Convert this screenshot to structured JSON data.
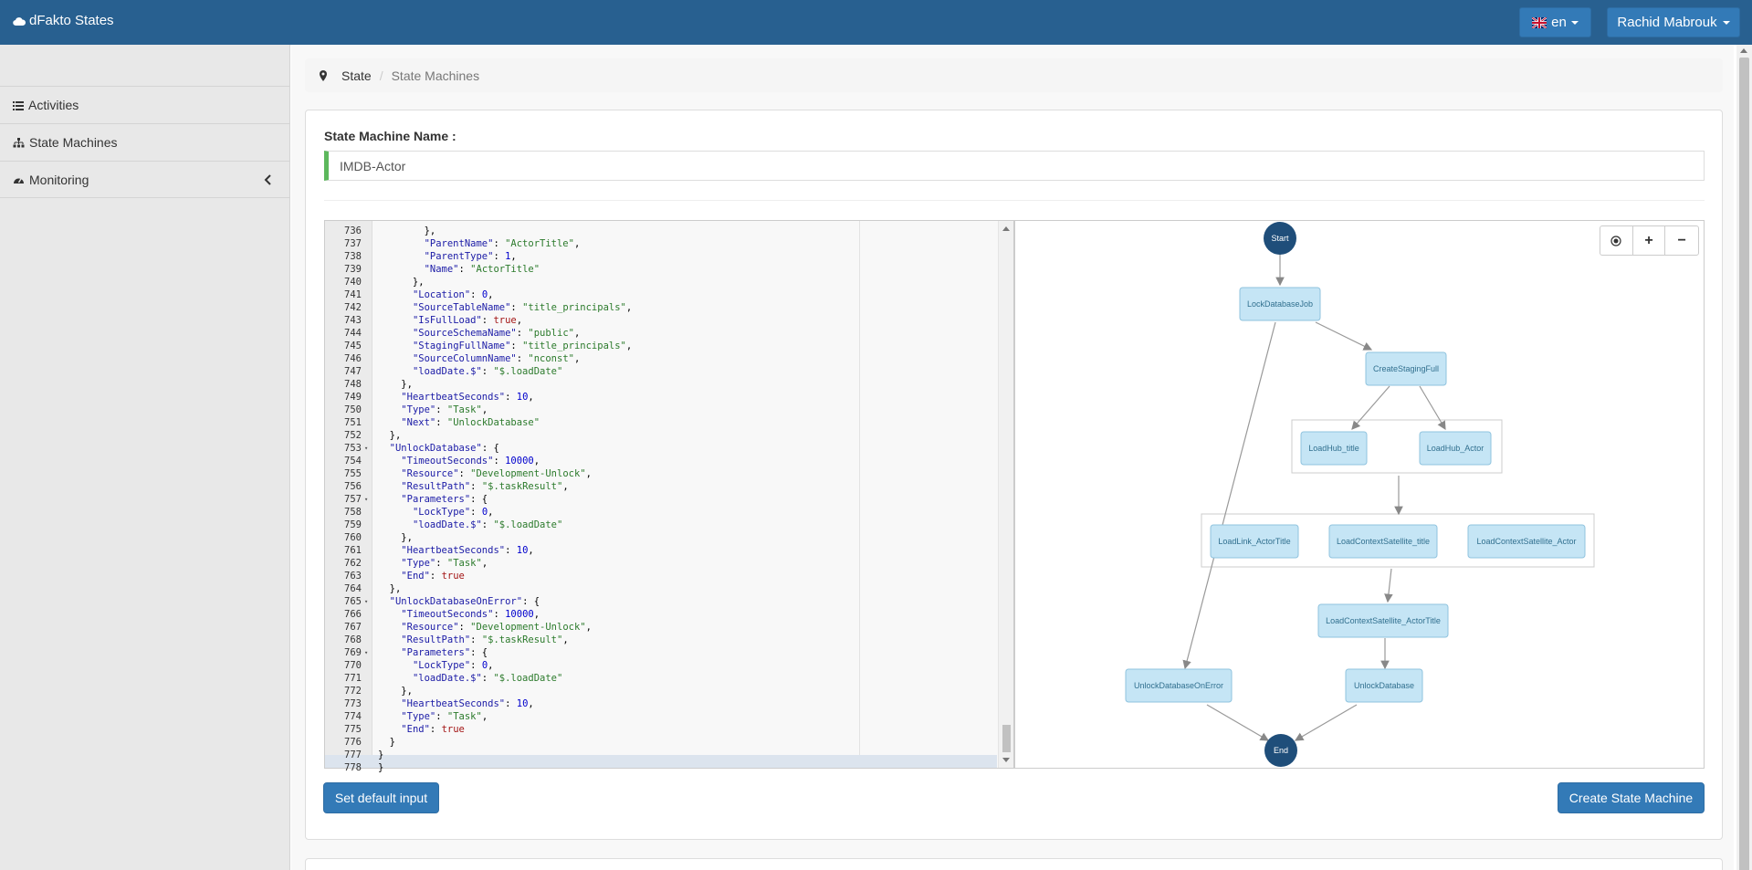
{
  "app": {
    "brand": "dFakto States"
  },
  "header": {
    "lang_label": "en",
    "user_name": "Rachid Mabrouk"
  },
  "sidebar": {
    "items": [
      {
        "label": "Activities",
        "icon": "list-icon"
      },
      {
        "label": "State Machines",
        "icon": "sitemap-icon"
      },
      {
        "label": "Monitoring",
        "icon": "dashboard-icon"
      }
    ]
  },
  "breadcrumb": {
    "root": "State",
    "current": "State Machines"
  },
  "form": {
    "name_label": "State Machine Name :",
    "name_value": "IMDB-Actor"
  },
  "editor": {
    "lines": [
      {
        "n": "736",
        "fold": "",
        "code": "        },"
      },
      {
        "n": "737",
        "fold": "",
        "code": "        \"ParentName\": \"ActorTitle\","
      },
      {
        "n": "738",
        "fold": "",
        "code": "        \"ParentType\": 1,"
      },
      {
        "n": "739",
        "fold": "",
        "code": "        \"Name\": \"ActorTitle\""
      },
      {
        "n": "740",
        "fold": "",
        "code": "      },"
      },
      {
        "n": "741",
        "fold": "",
        "code": "      \"Location\": 0,"
      },
      {
        "n": "742",
        "fold": "",
        "code": "      \"SourceTableName\": \"title_principals\","
      },
      {
        "n": "743",
        "fold": "",
        "code": "      \"IsFullLoad\": true,"
      },
      {
        "n": "744",
        "fold": "",
        "code": "      \"SourceSchemaName\": \"public\","
      },
      {
        "n": "745",
        "fold": "",
        "code": "      \"StagingFullName\": \"title_principals\","
      },
      {
        "n": "746",
        "fold": "",
        "code": "      \"SourceColumnName\": \"nconst\","
      },
      {
        "n": "747",
        "fold": "",
        "code": "      \"loadDate.$\": \"$.loadDate\""
      },
      {
        "n": "748",
        "fold": "",
        "code": "    },"
      },
      {
        "n": "749",
        "fold": "",
        "code": "    \"HeartbeatSeconds\": 10,"
      },
      {
        "n": "750",
        "fold": "",
        "code": "    \"Type\": \"Task\","
      },
      {
        "n": "751",
        "fold": "",
        "code": "    \"Next\": \"UnlockDatabase\""
      },
      {
        "n": "752",
        "fold": "",
        "code": "  },"
      },
      {
        "n": "753",
        "fold": "▾",
        "code": "  \"UnlockDatabase\": {"
      },
      {
        "n": "754",
        "fold": "",
        "code": "    \"TimeoutSeconds\": 10000,"
      },
      {
        "n": "755",
        "fold": "",
        "code": "    \"Resource\": \"Development-Unlock\","
      },
      {
        "n": "756",
        "fold": "",
        "code": "    \"ResultPath\": \"$.taskResult\","
      },
      {
        "n": "757",
        "fold": "▾",
        "code": "    \"Parameters\": {"
      },
      {
        "n": "758",
        "fold": "",
        "code": "      \"LockType\": 0,"
      },
      {
        "n": "759",
        "fold": "",
        "code": "      \"loadDate.$\": \"$.loadDate\""
      },
      {
        "n": "760",
        "fold": "",
        "code": "    },"
      },
      {
        "n": "761",
        "fold": "",
        "code": "    \"HeartbeatSeconds\": 10,"
      },
      {
        "n": "762",
        "fold": "",
        "code": "    \"Type\": \"Task\","
      },
      {
        "n": "763",
        "fold": "",
        "code": "    \"End\": true"
      },
      {
        "n": "764",
        "fold": "",
        "code": "  },"
      },
      {
        "n": "765",
        "fold": "▾",
        "code": "  \"UnlockDatabaseOnError\": {"
      },
      {
        "n": "766",
        "fold": "",
        "code": "    \"TimeoutSeconds\": 10000,"
      },
      {
        "n": "767",
        "fold": "",
        "code": "    \"Resource\": \"Development-Unlock\","
      },
      {
        "n": "768",
        "fold": "",
        "code": "    \"ResultPath\": \"$.taskResult\","
      },
      {
        "n": "769",
        "fold": "▾",
        "code": "    \"Parameters\": {"
      },
      {
        "n": "770",
        "fold": "",
        "code": "      \"LockType\": 0,"
      },
      {
        "n": "771",
        "fold": "",
        "code": "      \"loadDate.$\": \"$.loadDate\""
      },
      {
        "n": "772",
        "fold": "",
        "code": "    },"
      },
      {
        "n": "773",
        "fold": "",
        "code": "    \"HeartbeatSeconds\": 10,"
      },
      {
        "n": "774",
        "fold": "",
        "code": "    \"Type\": \"Task\","
      },
      {
        "n": "775",
        "fold": "",
        "code": "    \"End\": true"
      },
      {
        "n": "776",
        "fold": "",
        "code": "  }"
      },
      {
        "n": "777",
        "fold": "",
        "code": "}"
      },
      {
        "n": "778",
        "fold": "",
        "code": "}"
      }
    ]
  },
  "graph": {
    "nodes": {
      "start": "Start",
      "lock_database_job": "LockDatabaseJob",
      "create_staging_full": "CreateStagingFull",
      "load_hub_title": "LoadHub_title",
      "load_hub_actor": "LoadHub_Actor",
      "load_link_actor_title": "LoadLink_ActorTitle",
      "load_context_satellite_title": "LoadContextSatellite_title",
      "load_context_satellite_actor": "LoadContextSatellite_Actor",
      "load_context_satellite_actor_title": "LoadContextSatellite_ActorTitle",
      "unlock_database_on_error": "UnlockDatabaseOnError",
      "unlock_database": "UnlockDatabase",
      "end": "End"
    },
    "controls": {
      "center": "◉",
      "zoom_in": "+",
      "zoom_out": "−"
    }
  },
  "actions": {
    "default_input": "Set default input",
    "create": "Create State Machine"
  },
  "colors": {
    "navbar": "#286090",
    "primary": "#337ab7",
    "success": "#5cb85c",
    "node_fill": "#c5e5f5",
    "node_dark": "#1f4e7a"
  }
}
